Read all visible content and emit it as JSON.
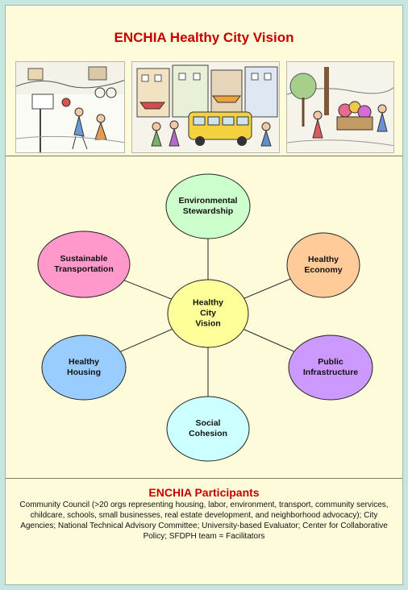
{
  "header": {
    "title": "ENCHIA Healthy City Vision"
  },
  "illustrations": [
    {
      "name": "street-recreation-illustration"
    },
    {
      "name": "transit-street-illustration"
    },
    {
      "name": "community-garden-illustration"
    }
  ],
  "diagram": {
    "center": {
      "label": "Healthy\nCity\nVision",
      "color": "#ffff99"
    },
    "nodes": [
      {
        "id": "environment",
        "label": "Environmental\nStewardship",
        "color": "#ccffcc"
      },
      {
        "id": "economy",
        "label": "Healthy\nEconomy",
        "color": "#ffcc99"
      },
      {
        "id": "infrastructure",
        "label": "Public\nInfrastructure",
        "color": "#cc99ff"
      },
      {
        "id": "social",
        "label": "Social\nCohesion",
        "color": "#ccffff"
      },
      {
        "id": "housing",
        "label": "Healthy\nHousing",
        "color": "#99ccff"
      },
      {
        "id": "transportation",
        "label": "Sustainable\nTransportation",
        "color": "#ff99cc"
      }
    ]
  },
  "participants": {
    "title": "ENCHIA Participants",
    "text": "Community Council (>20 orgs representing housing, labor, environment, transport, community services, childcare, schools, small businesses, real estate development, and neighborhood advocacy); City Agencies; National Technical Advisory Committee; University-based Evaluator; Center for Collaborative Policy; SFDPH team = Facilitators"
  }
}
